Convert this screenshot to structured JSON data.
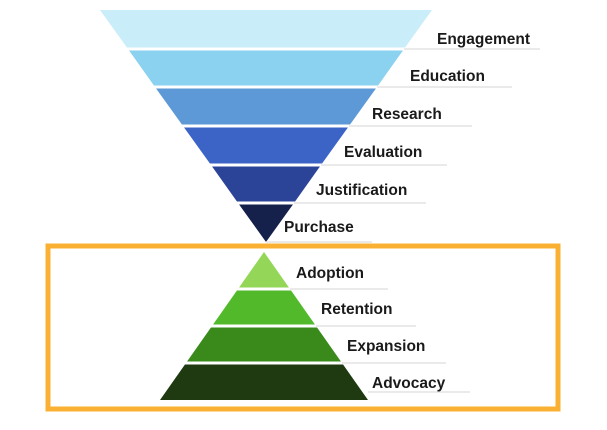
{
  "funnel": {
    "layers": [
      {
        "label": "Engagement",
        "color": "#C9EDF9"
      },
      {
        "label": "Education",
        "color": "#8BD1F0"
      },
      {
        "label": "Research",
        "color": "#5C99D6"
      },
      {
        "label": "Evaluation",
        "color": "#3C63C6"
      },
      {
        "label": "Justification",
        "color": "#2C4497"
      },
      {
        "label": "Purchase",
        "color": "#15204B"
      }
    ]
  },
  "pyramid": {
    "layers": [
      {
        "label": "Adoption",
        "color": "#93D658"
      },
      {
        "label": "Retention",
        "color": "#52BA2A"
      },
      {
        "label": "Expansion",
        "color": "#3A8A1B"
      },
      {
        "label": "Advocacy",
        "color": "#1F3A10"
      }
    ]
  },
  "highlight_box": {
    "color": "#F9B033"
  },
  "text_color": "#1A1A1A"
}
